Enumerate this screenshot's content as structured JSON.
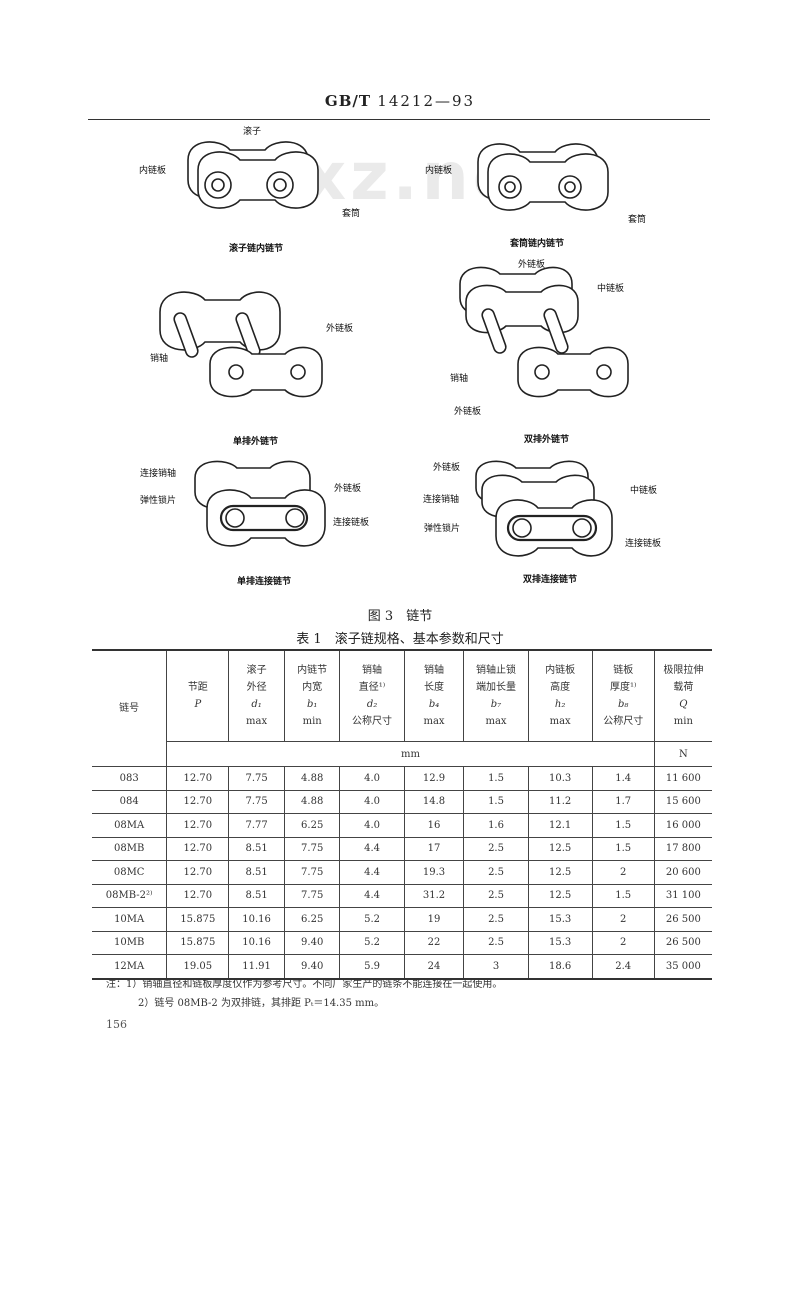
{
  "header": {
    "prefix": "GB/T",
    "number": "14212—93"
  },
  "watermark": "bzxz.net",
  "figures": {
    "f1": {
      "caption": "滚子链内链节",
      "labels": [
        "滚子",
        "内链板",
        "套筒"
      ]
    },
    "f2": {
      "caption": "套筒链内链节",
      "labels": [
        "内链板",
        "套筒"
      ]
    },
    "f3": {
      "caption": "单排外链节",
      "labels": [
        "外链板",
        "销轴"
      ]
    },
    "f4": {
      "caption": "双排外链节",
      "labels": [
        "外链板",
        "中链板",
        "销轴",
        "外链板"
      ]
    },
    "f5": {
      "caption": "单排连接链节",
      "labels": [
        "连接销轴",
        "外链板",
        "弹性锁片",
        "连接链板"
      ]
    },
    "f6": {
      "caption": "双排连接链节",
      "labels": [
        "外链板",
        "中链板",
        "连接销轴",
        "弹性锁片",
        "连接链板"
      ]
    }
  },
  "figure_caption": "图 3　链节",
  "table_caption": "表 1　滚子链规格、基本参数和尺寸",
  "table": {
    "headers": [
      {
        "l1": "链号",
        "l2": "",
        "l3": "",
        "l4": ""
      },
      {
        "l1": "节距",
        "l2": "P",
        "l3": "",
        "l4": ""
      },
      {
        "l1": "滚子",
        "l2": "外径",
        "l3": "d₁",
        "l4": "max"
      },
      {
        "l1": "内链节",
        "l2": "内宽",
        "l3": "b₁",
        "l4": "min"
      },
      {
        "l1": "销轴",
        "l2": "直径¹⁾",
        "l3": "d₂",
        "l4": "公称尺寸"
      },
      {
        "l1": "销轴",
        "l2": "长度",
        "l3": "b₄",
        "l4": "max"
      },
      {
        "l1": "销轴止锁",
        "l2": "端加长量",
        "l3": "b₇",
        "l4": "max"
      },
      {
        "l1": "内链板",
        "l2": "高度",
        "l3": "h₂",
        "l4": "max"
      },
      {
        "l1": "链板",
        "l2": "厚度¹⁾",
        "l3": "b₈",
        "l4": "公称尺寸"
      },
      {
        "l1": "极限拉伸",
        "l2": "载荷",
        "l3": "Q",
        "l4": "min"
      }
    ],
    "unit_mm": "mm",
    "unit_n": "N",
    "rows": [
      [
        "083",
        "12.70",
        "7.75",
        "4.88",
        "4.0",
        "12.9",
        "1.5",
        "10.3",
        "1.4",
        "11 600"
      ],
      [
        "084",
        "12.70",
        "7.75",
        "4.88",
        "4.0",
        "14.8",
        "1.5",
        "11.2",
        "1.7",
        "15 600"
      ],
      [
        "08MA",
        "12.70",
        "7.77",
        "6.25",
        "4.0",
        "16",
        "1.6",
        "12.1",
        "1.5",
        "16 000"
      ],
      [
        "08MB",
        "12.70",
        "8.51",
        "7.75",
        "4.4",
        "17",
        "2.5",
        "12.5",
        "1.5",
        "17 800"
      ],
      [
        "08MC",
        "12.70",
        "8.51",
        "7.75",
        "4.4",
        "19.3",
        "2.5",
        "12.5",
        "2",
        "20 600"
      ],
      [
        "08MB-2²⁾",
        "12.70",
        "8.51",
        "7.75",
        "4.4",
        "31.2",
        "2.5",
        "12.5",
        "1.5",
        "31 100"
      ],
      [
        "10MA",
        "15.875",
        "10.16",
        "6.25",
        "5.2",
        "19",
        "2.5",
        "15.3",
        "2",
        "26 500"
      ],
      [
        "10MB",
        "15.875",
        "10.16",
        "9.40",
        "5.2",
        "22",
        "2.5",
        "15.3",
        "2",
        "26 500"
      ],
      [
        "12MA",
        "19.05",
        "11.91",
        "9.40",
        "5.9",
        "24",
        "3",
        "18.6",
        "2.4",
        "35 000"
      ]
    ]
  },
  "notes": [
    "注：1）销轴直径和链板厚度仅作为参考尺寸。不同厂家生产的链条不能连接在一起使用。",
    "2）链号 08MB-2 为双排链，其排距 Pₜ＝14.35 mm。"
  ],
  "page_number": "156"
}
